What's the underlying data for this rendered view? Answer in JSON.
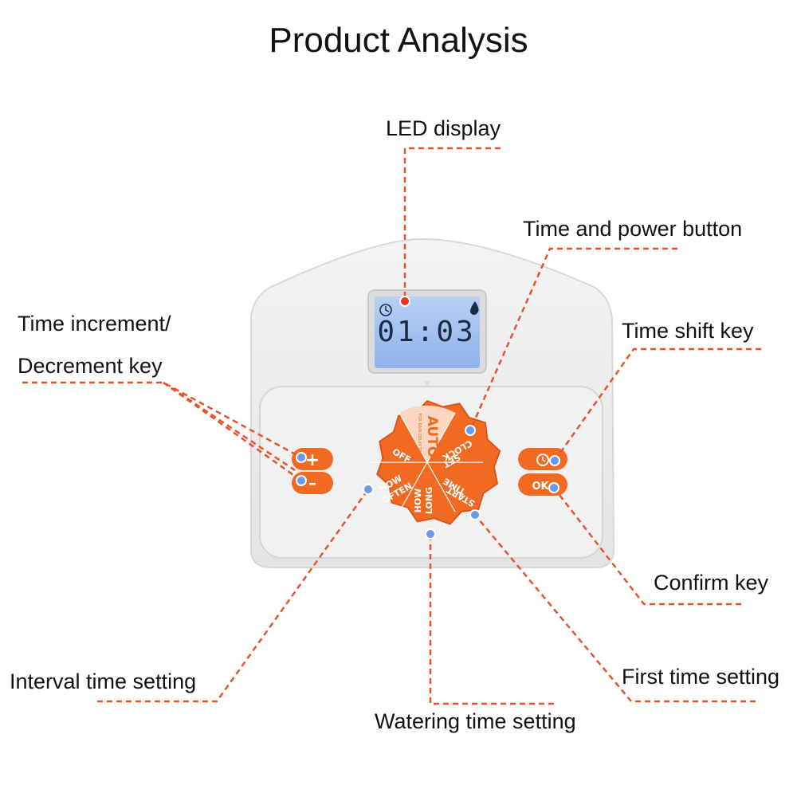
{
  "title": "Product Analysis",
  "labels": {
    "led_display": "LED display",
    "time_power_button": "Time and power button",
    "time_increment_line1": "Time increment/",
    "time_increment_line2": "Decrement key",
    "time_shift_key": "Time shift key",
    "confirm_key": "Confirm key",
    "interval_time": "Interval time setting",
    "first_time": "First time setting",
    "watering_time": "Watering time setting"
  },
  "device": {
    "display_time": "01:03",
    "dial": {
      "auto": "AUTO",
      "auto_sub": "FOR RAIN DELAY PRESS",
      "off": "OFF",
      "set_clock": [
        "SET",
        "CLOCK"
      ],
      "start_time": [
        "START",
        "TIME"
      ],
      "how_long": [
        "HOW",
        "LONG"
      ],
      "how_often": [
        "HOW",
        "OFTEN"
      ]
    },
    "key_plus": "+",
    "key_minus": "–",
    "key_ok": "OK"
  },
  "colors": {
    "accent": "#f26a21",
    "leader_line": "#e8532a",
    "lcd": "#9fbfee",
    "body": "#ebebeb"
  }
}
